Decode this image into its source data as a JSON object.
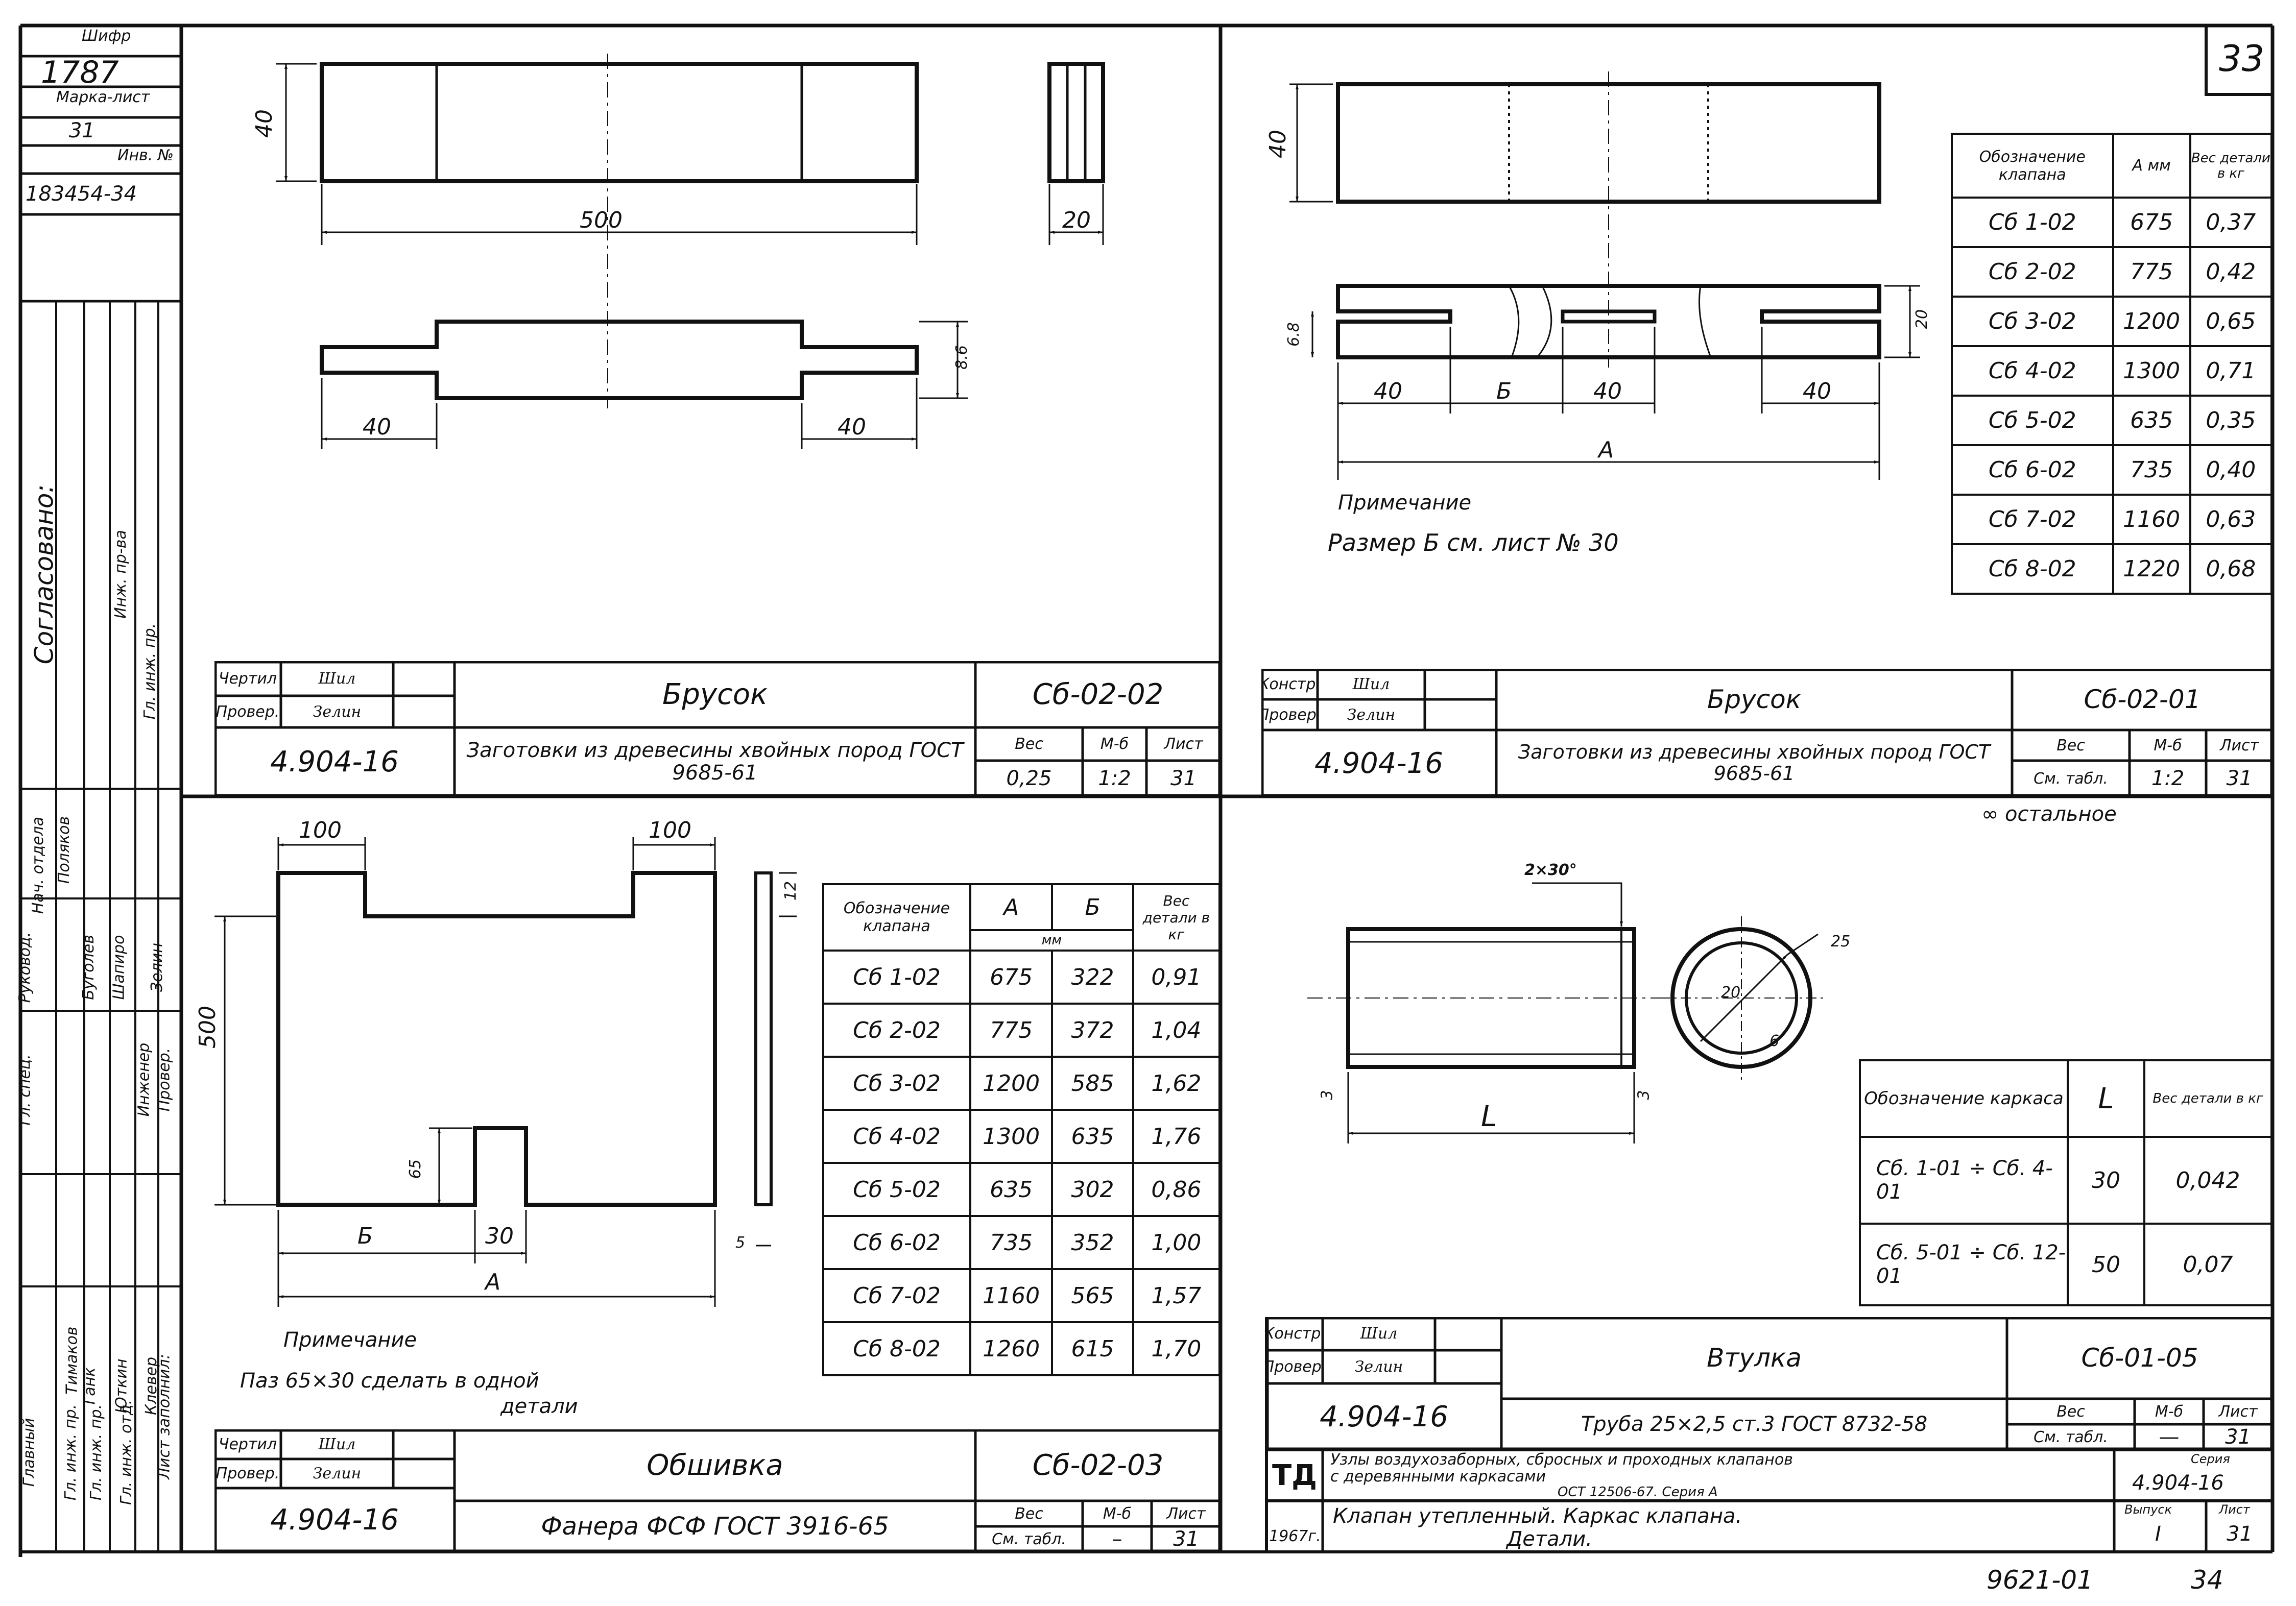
{
  "sheet_number": "33",
  "bottom_code": "9621-01",
  "bottom_page": "34",
  "left_strip": {
    "shifr_label": "Шифр",
    "shifr_value": "1787",
    "marka_label": "Марка-лист",
    "marka_value": "31",
    "inv_label": "Инв. №",
    "inv_value": "183454-34",
    "vertical_title": "Согласовано:",
    "roles": [
      "Главный",
      "Гл. инж. пр.",
      "Гл. инж. пр.",
      "Гл. инж. отд.",
      "Нач. отдела",
      "Руковод.",
      "Гл. спец."
    ],
    "names": [
      "Тимаков",
      "Ганк",
      "Юткин",
      "Клевер",
      "Шапиро",
      "Буголев",
      "Поляков"
    ],
    "extra_labels": [
      "Инж. пр-ва",
      "Гл. инж. пр.",
      "Инженер",
      "Провер.",
      "Зелин"
    ],
    "bottom_label": "Лист заполнил:"
  },
  "q1": {
    "dim_height": "40",
    "dim_width": "500",
    "dim_side_width": "20",
    "dim_left": "40",
    "dim_right": "40",
    "dim_thickness": "8.6",
    "stamp": {
      "row1_label": "Чертил",
      "row2_label": "Провер.",
      "sign1": "Шил",
      "sign2": "Зелин",
      "title": "Брусок",
      "code": "Сб-02-02",
      "material": "Заготовки из древесины хвойных пород ГОСТ 9685-61",
      "series": "4.904-16",
      "h_ves": "Вес",
      "h_mb": "М-б",
      "h_list": "Лист",
      "ves": "0,25",
      "mb": "1:2",
      "list": "31"
    }
  },
  "q2": {
    "dim_height": "40",
    "dim_thickness": "20",
    "dim_small": "6.8",
    "dim_40a": "40",
    "dim_b": "Б",
    "dim_40b": "40",
    "dim_40c": "40",
    "dim_a": "А",
    "note_title": "Примечание",
    "note_text": "Размер Б см. лист № 30",
    "table": {
      "headers": [
        "Обозначение клапана",
        "А мм",
        "Вес детали в кг"
      ],
      "rows": [
        [
          "Сб 1-02",
          "675",
          "0,37"
        ],
        [
          "Сб 2-02",
          "775",
          "0,42"
        ],
        [
          "Сб 3-02",
          "1200",
          "0,65"
        ],
        [
          "Сб 4-02",
          "1300",
          "0,71"
        ],
        [
          "Сб 5-02",
          "635",
          "0,35"
        ],
        [
          "Сб 6-02",
          "735",
          "0,40"
        ],
        [
          "Сб 7-02",
          "1160",
          "0,63"
        ],
        [
          "Сб 8-02",
          "1220",
          "0,68"
        ]
      ]
    },
    "stamp": {
      "row1_label": "Констр.",
      "row2_label": "Провер.",
      "sign1": "Шил",
      "sign2": "Зелин",
      "title": "Брусок",
      "code": "Сб-02-01",
      "material": "Заготовки из древесины хвойных пород ГОСТ 9685-61",
      "series": "4.904-16",
      "h_ves": "Вес",
      "h_mb": "М-б",
      "h_list": "Лист",
      "ves": "См. табл.",
      "mb": "1:2",
      "list": "31"
    },
    "rest_note": "∞ остальное"
  },
  "q3": {
    "dim_100a": "100",
    "dim_100b": "100",
    "dim_500": "500",
    "dim_65": "65",
    "dim_b": "Б",
    "dim_30": "30",
    "dim_a": "А",
    "dim_12": "12",
    "dim_5": "5",
    "note_title": "Примечание",
    "note_text1": "Паз 65×30 сделать в одной",
    "note_text2": "детали",
    "table": {
      "headers": [
        "Обозначение клапана",
        "А",
        "Б",
        "Вес детали в кг"
      ],
      "unit": "мм",
      "rows": [
        [
          "Сб 1-02",
          "675",
          "322",
          "0,91"
        ],
        [
          "Сб 2-02",
          "775",
          "372",
          "1,04"
        ],
        [
          "Сб 3-02",
          "1200",
          "585",
          "1,62"
        ],
        [
          "Сб 4-02",
          "1300",
          "635",
          "1,76"
        ],
        [
          "Сб 5-02",
          "635",
          "302",
          "0,86"
        ],
        [
          "Сб 6-02",
          "735",
          "352",
          "1,00"
        ],
        [
          "Сб 7-02",
          "1160",
          "565",
          "1,57"
        ],
        [
          "Сб 8-02",
          "1260",
          "615",
          "1,70"
        ]
      ]
    },
    "stamp": {
      "row1_label": "Чертил",
      "row2_label": "Провер.",
      "sign1": "Шил",
      "sign2": "Зелин",
      "title": "Обшивка",
      "code": "Сб-02-03",
      "material": "Фанера ФСФ ГОСТ 3916-65",
      "series": "4.904-16",
      "h_ves": "Вес",
      "h_mb": "М-б",
      "h_list": "Лист",
      "ves": "См. табл.",
      "mb": "–",
      "list": "31"
    }
  },
  "q4": {
    "dim_chamfer": "2×30°",
    "dim_3a": "3",
    "dim_3b": "3",
    "dim_L": "L",
    "dim_25": "25",
    "dim_20": "20",
    "dim_6": "6",
    "table": {
      "headers": [
        "Обозначение каркаса",
        "L",
        "Вес детали в кг"
      ],
      "rows": [
        [
          "Сб. 1-01 ÷ Сб. 4-01",
          "30",
          "0,042"
        ],
        [
          "Сб. 5-01 ÷ Сб. 12-01",
          "50",
          "0,07"
        ]
      ]
    },
    "stamp": {
      "row1_label": "Констр.",
      "row2_label": "Провер.",
      "sign1": "Шил",
      "sign2": "Зелин",
      "title": "Втулка",
      "code": "Сб-01-05",
      "material": "Труба 25×2,5 ст.3 ГОСТ 8732-58",
      "series": "4.904-16",
      "h_ves": "Вес",
      "h_mb": "М-б",
      "h_list": "Лист",
      "ves": "См. табл.",
      "mb": "—",
      "list": "31"
    },
    "td": {
      "label": "ТД",
      "line1": "Узлы воздухозаборных, сбросных и проходных клапанов",
      "line2": "с деревянными каркасами",
      "line3": "ОСТ 12506-67. Серия А",
      "series_label": "Серия",
      "series": "4.904-16",
      "object": "Клапан утепленный. Каркас клапана.",
      "object2": "Детали.",
      "year": "1967г.",
      "vyp_label": "Выпуск",
      "vyp": "I",
      "list_label": "Лист",
      "list": "31"
    }
  }
}
